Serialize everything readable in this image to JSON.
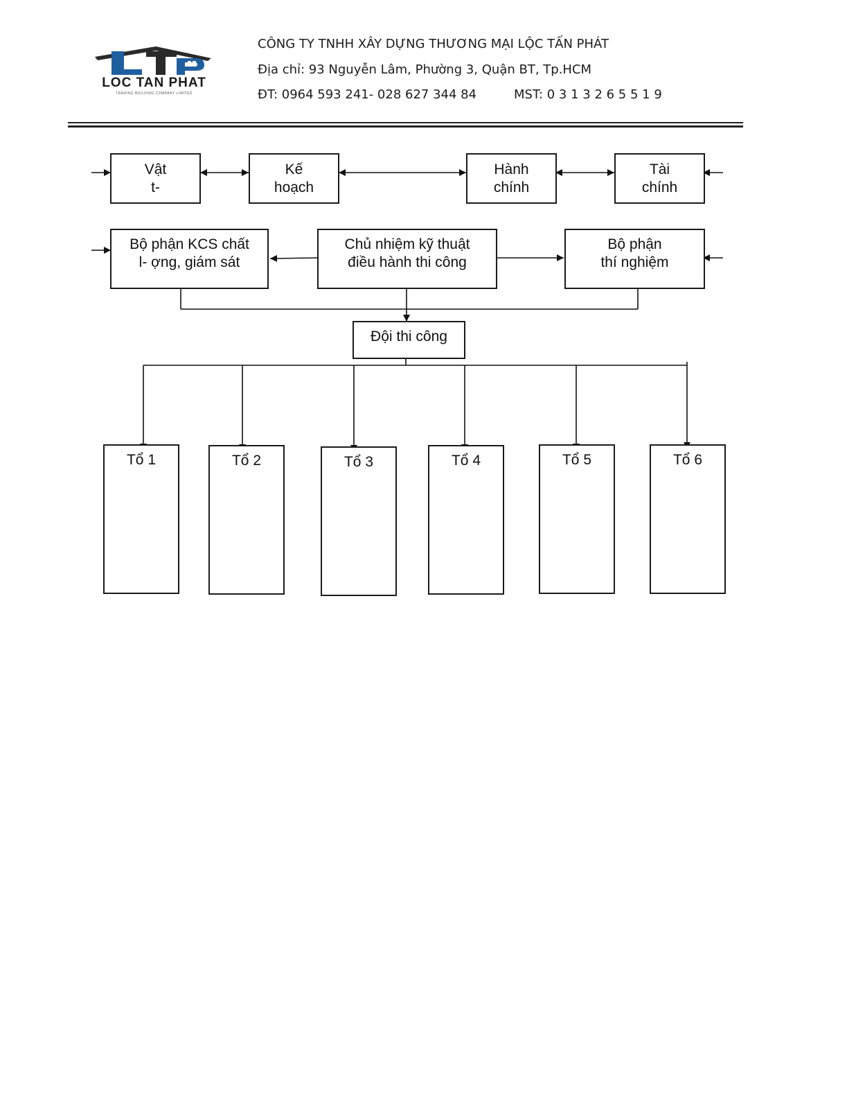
{
  "header": {
    "logo_text": "LOC TAN PHAT",
    "logo_subtext": "TRADING BUILDING COMPANY LIMITED",
    "company_name": "CÔNG TY TNHH XÂY DỰNG THƯƠNG MẠI LỘC TẤN PHÁT",
    "address": "Địa chỉ: 93 Nguyễn Lâm, Phường 3, Quận BT, Tp.HCM",
    "phone": "ĐT: 0964 593 241-  028 627 344 84",
    "tax_id": "MST: 0 3 1 3 2 6 5 5 1 9",
    "colors": {
      "logo_blue": "#1f5fa0",
      "logo_dark": "#2a2a2a"
    }
  },
  "diagram": {
    "row1": [
      {
        "line1": "Vật",
        "line2": "t-"
      },
      {
        "line1": "Kế",
        "line2": "hoạch"
      },
      {
        "line1": "Hành",
        "line2": "chính"
      },
      {
        "line1": "Tài",
        "line2": "chính"
      }
    ],
    "row2": [
      {
        "line1": "Bộ phận KCS chất",
        "line2": "l- ợng, giám sát"
      },
      {
        "line1": "Chủ nhiệm kỹ thuật",
        "line2": "điều hành thi công"
      },
      {
        "line1": "Bộ phận",
        "line2": "thí nghiệm"
      }
    ],
    "team": {
      "label": "Đội thi công"
    },
    "groups": [
      {
        "label": "Tổ 1"
      },
      {
        "label": "Tổ 2"
      },
      {
        "label": "Tổ 3"
      },
      {
        "label": "Tổ 4"
      },
      {
        "label": "Tổ 5"
      },
      {
        "label": "Tổ 6"
      }
    ]
  }
}
